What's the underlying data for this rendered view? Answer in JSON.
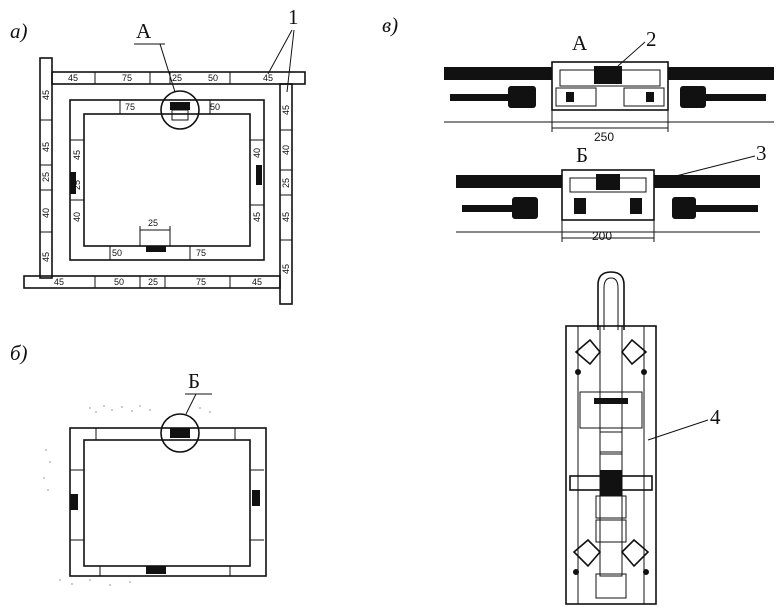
{
  "labels": {
    "a": "а)",
    "b": "б)",
    "v": "в)"
  },
  "callouts": {
    "n1": "1",
    "n2": "2",
    "n3": "3",
    "n4": "4",
    "A": "А",
    "B": "Б"
  },
  "diagram_a": {
    "top_row": [
      "45",
      "75",
      "25",
      "50",
      "45"
    ],
    "inner_top_row": [
      "75",
      "50"
    ],
    "left_column": [
      "45",
      "45",
      "25",
      "40",
      "45"
    ],
    "inner_left_column": [
      "45",
      "25",
      "40"
    ],
    "right_column": [
      "45",
      "40",
      "25",
      "45",
      "45"
    ],
    "inner_right_column": [
      "40",
      "45"
    ],
    "bottom_row": [
      "45",
      "50",
      "25",
      "75",
      "45"
    ],
    "inner_bottom_row": [
      "50",
      "75"
    ],
    "gap_label": "25"
  },
  "detail_v": {
    "width_A": "250",
    "width_B": "200"
  }
}
